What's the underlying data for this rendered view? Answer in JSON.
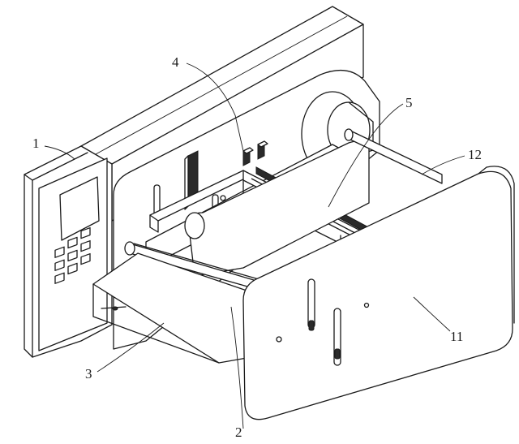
{
  "callouts": [
    {
      "id": "1",
      "text": "1"
    },
    {
      "id": "2",
      "text": "2"
    },
    {
      "id": "3",
      "text": "3"
    },
    {
      "id": "4",
      "text": "4"
    },
    {
      "id": "5",
      "text": "5"
    },
    {
      "id": "11",
      "text": "11"
    },
    {
      "id": "12",
      "text": "12"
    }
  ]
}
